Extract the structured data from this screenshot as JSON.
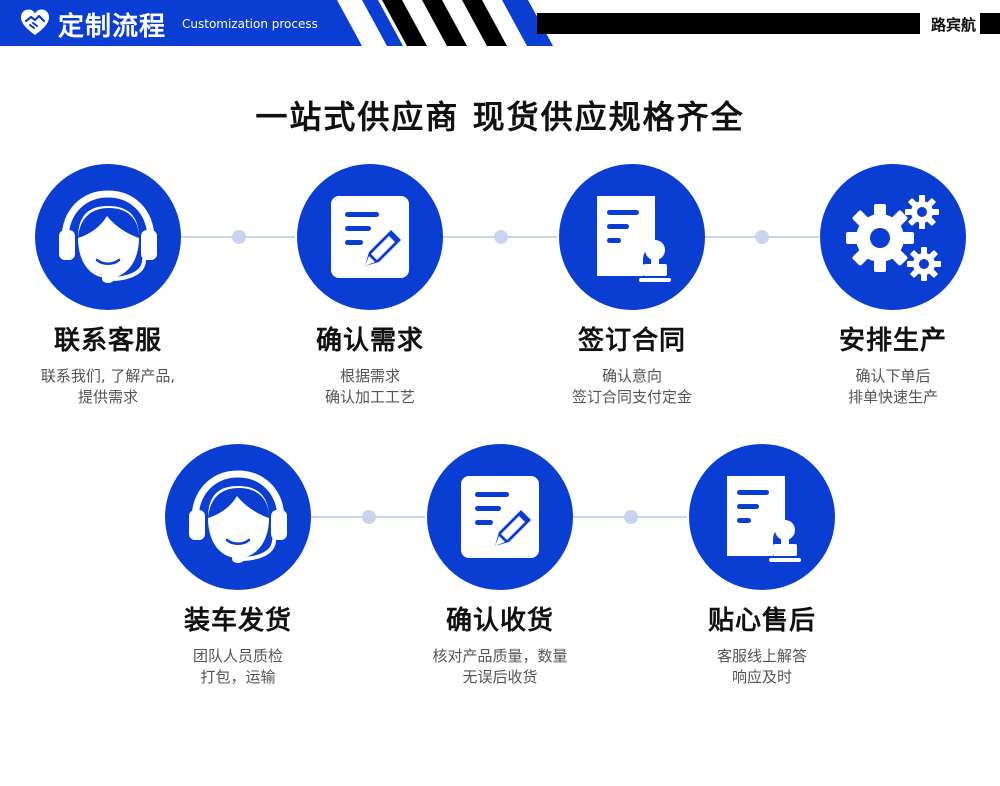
{
  "header": {
    "title": "定制流程",
    "subtitle": "Customization process",
    "brand": "路宾航",
    "colors": {
      "accent": "#0a3ed3",
      "stripe": "#000000"
    }
  },
  "headline": "一站式供应商 现货供应规格齐全",
  "steps": [
    {
      "icon": "customer-service-headset-icon",
      "title": "联系客服",
      "desc": [
        "联系我们, 了解产品,",
        "提供需求"
      ]
    },
    {
      "icon": "edit-document-icon",
      "title": "确认需求",
      "desc": [
        "根据需求",
        "确认加工工艺"
      ]
    },
    {
      "icon": "contract-stamp-icon",
      "title": "签订合同",
      "desc": [
        "确认意向",
        "签订合同支付定金"
      ]
    },
    {
      "icon": "gears-icon",
      "title": "安排生产",
      "desc": [
        "确认下单后",
        "排单快速生产"
      ]
    },
    {
      "icon": "customer-service-headset-icon",
      "title": "装车发货",
      "desc": [
        "团队人员质检",
        "打包，运输"
      ]
    },
    {
      "icon": "edit-document-icon",
      "title": "确认收货",
      "desc": [
        "核对产品质量，数量",
        "无误后收货"
      ]
    },
    {
      "icon": "contract-stamp-icon",
      "title": "贴心售后",
      "desc": [
        "客服线上解答",
        "响应及时"
      ]
    }
  ]
}
